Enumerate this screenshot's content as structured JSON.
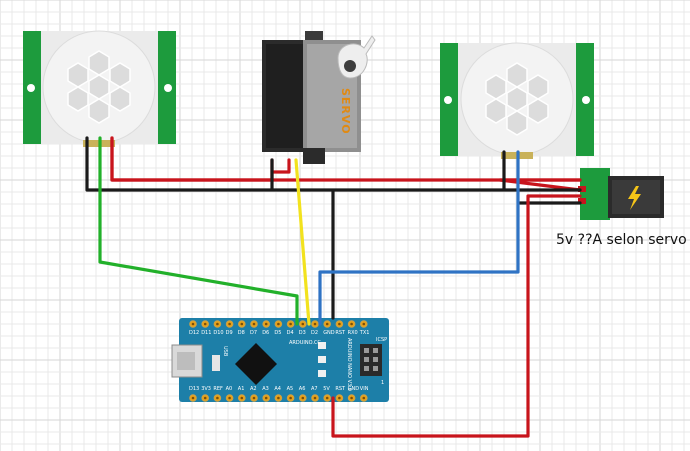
{
  "power_label": "5v ??A selon servo",
  "servo": {
    "label": "SERVO"
  },
  "arduino": {
    "top_pins": [
      "D12",
      "D11",
      "D10",
      "D9",
      "D8",
      "D7",
      "D6",
      "D5",
      "D4",
      "D3",
      "D2",
      "GND",
      "RST",
      "RX0",
      "TX1"
    ],
    "bottom_pins": [
      "D13",
      "3V3",
      "REF",
      "A0",
      "A1",
      "A2",
      "A3",
      "A4",
      "A5",
      "A6",
      "A7",
      "5V",
      "RST",
      "GND",
      "VIN"
    ],
    "brand": "ARDUINO.CC",
    "model": "ARDUINO NANO V3.0",
    "icsp": "ICSP",
    "usb": "USB",
    "pin1": "1"
  },
  "colors": {
    "red": "#c8141c",
    "black": "#1a1a1a",
    "green": "#22b02a",
    "yellow": "#f2e21e",
    "blue": "#2f73c4",
    "board": "#1d7fa8",
    "pir_green": "#1d9b3d"
  }
}
